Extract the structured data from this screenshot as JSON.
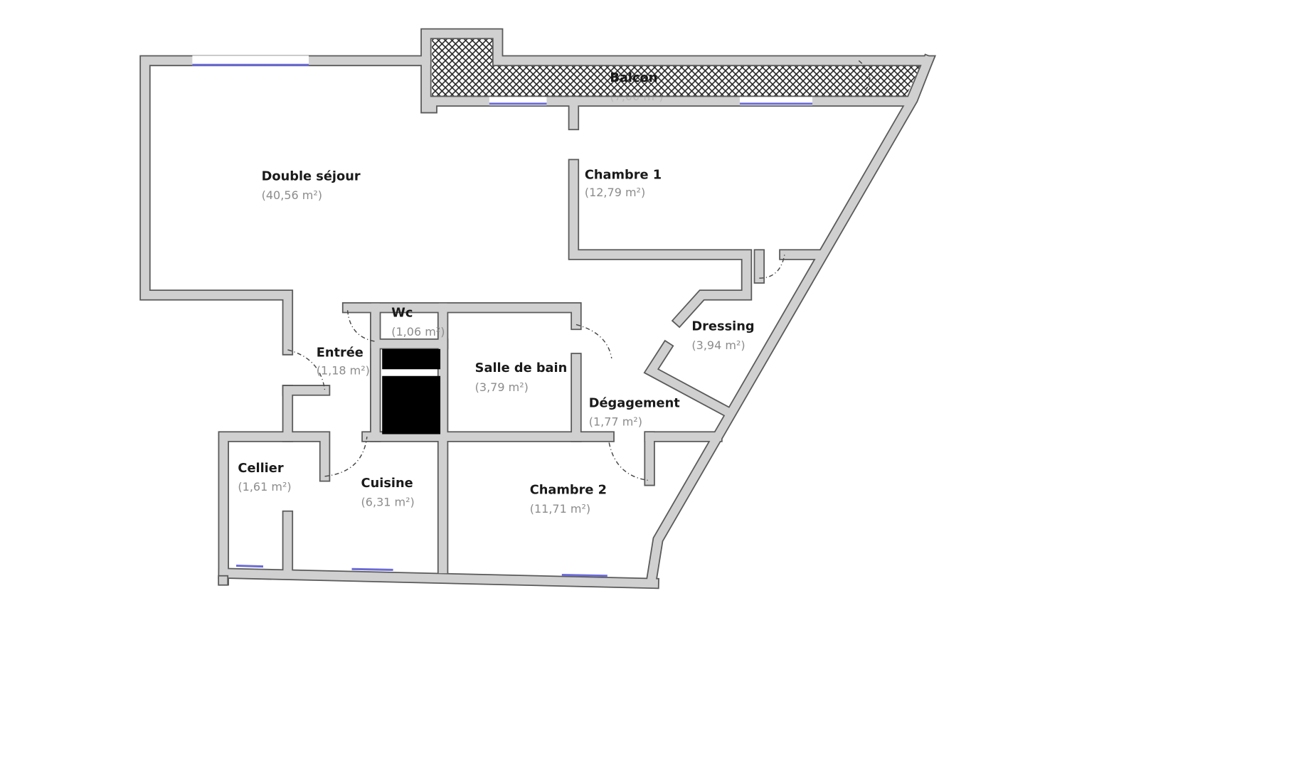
{
  "plan": {
    "rooms": [
      {
        "name": "Balcon",
        "area": "(7,00 m²)"
      },
      {
        "name": "Double séjour",
        "area": "(40,56 m²)"
      },
      {
        "name": "Chambre 1",
        "area": "(12,79 m²)"
      },
      {
        "name": "Wc",
        "area": "(1,06 m²)"
      },
      {
        "name": "Entrée",
        "area": "(1,18 m²)"
      },
      {
        "name": "Salle de bain",
        "area": "(3,79 m²)"
      },
      {
        "name": "Dressing",
        "area": "(3,94 m²)"
      },
      {
        "name": "Dégagement",
        "area": "(1,77 m²)"
      },
      {
        "name": "Cellier",
        "area": "(1,61 m²)"
      },
      {
        "name": "Cuisine",
        "area": "(6,31 m²)"
      },
      {
        "name": "Chambre 2",
        "area": "(11,71 m²)"
      }
    ],
    "colors": {
      "wall": "#d0d0d0",
      "wall_edge": "#5a5a5a",
      "window": "#6b6bd6",
      "fixture": "#000000"
    }
  }
}
